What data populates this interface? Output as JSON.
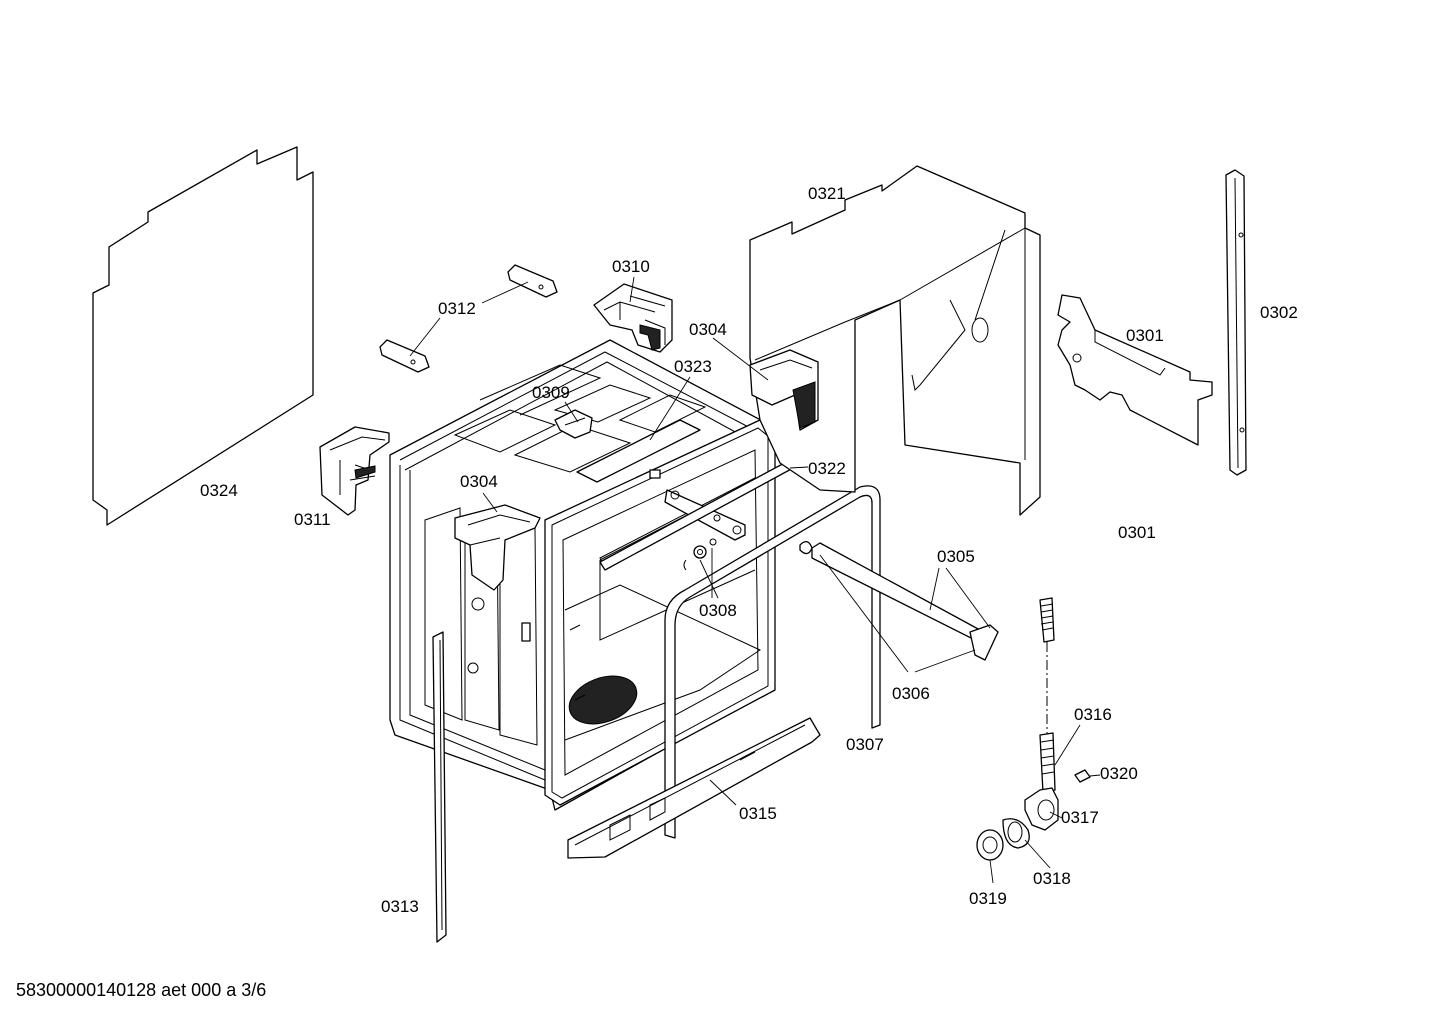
{
  "diagram": {
    "labels": {
      "p0301a": "0301",
      "p0301b": "0301",
      "p0302": "0302",
      "p0304a": "0304",
      "p0304b": "0304",
      "p0305": "0305",
      "p0306": "0306",
      "p0307": "0307",
      "p0308": "0308",
      "p0309": "0309",
      "p0310": "0310",
      "p0311": "0311",
      "p0312": "0312",
      "p0313": "0313",
      "p0315": "0315",
      "p0316": "0316",
      "p0317": "0317",
      "p0318": "0318",
      "p0319": "0319",
      "p0320": "0320",
      "p0321": "0321",
      "p0322": "0322",
      "p0323": "0323",
      "p0324": "0324"
    },
    "footer": "58300000140128 aet 000 a 3/6"
  }
}
